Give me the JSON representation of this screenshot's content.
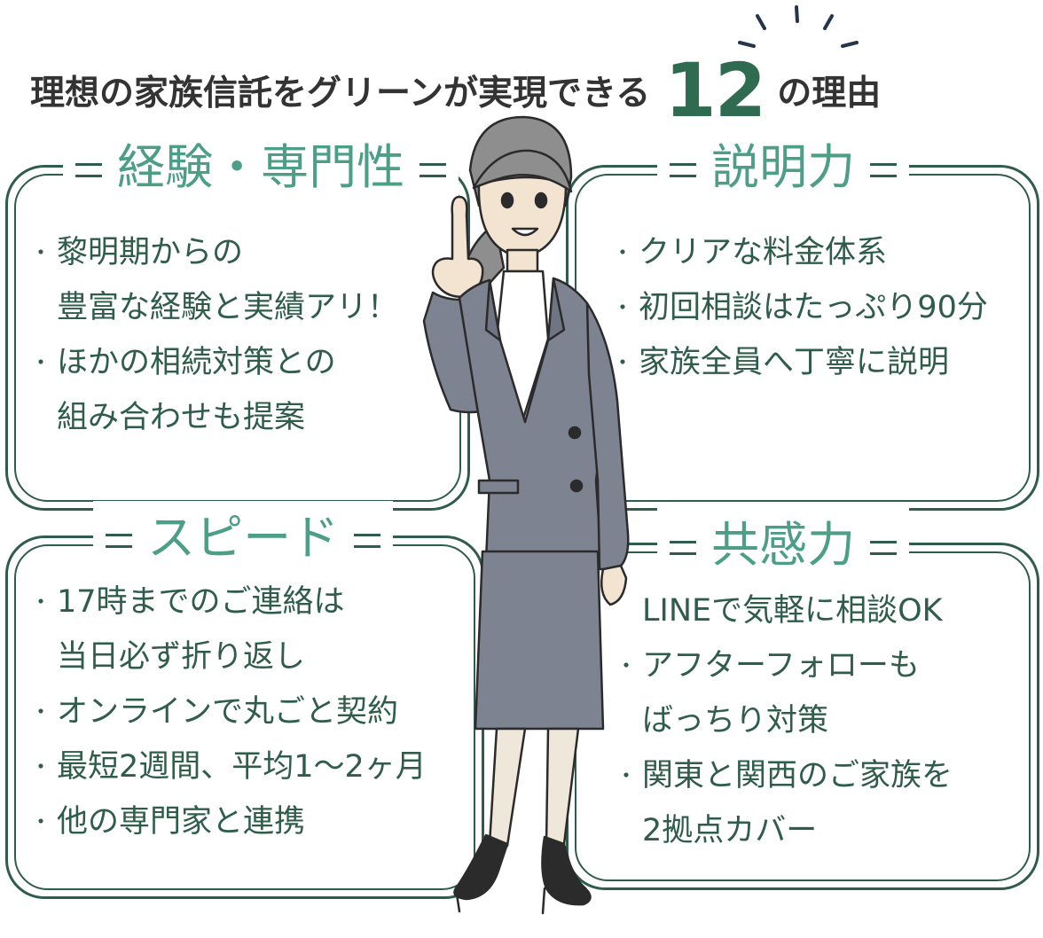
{
  "headline": {
    "prefix": "理想の家族信託をグリーンが実現できる",
    "number": "12",
    "suffix": "の理由"
  },
  "sections": {
    "experience": {
      "title": "経験・専門性",
      "items": [
        {
          "bullet": "・",
          "line1": "黎明期からの",
          "line2": "豊富な経験と実績アリ！"
        },
        {
          "bullet": "・",
          "line1": "ほかの相続対策との",
          "line2": "組み合わせも提案"
        }
      ]
    },
    "explanation": {
      "title": "説明力",
      "items": [
        {
          "bullet": "・",
          "line1": "クリアな料金体系"
        },
        {
          "bullet": "・",
          "line1": "初回相談はたっぷり90分"
        },
        {
          "bullet": "・",
          "line1": "家族全員へ丁寧に説明"
        }
      ]
    },
    "speed": {
      "title": "スピード",
      "items": [
        {
          "bullet": "・",
          "line1": "17時までのご連絡は",
          "line2": "当日必ず折り返し"
        },
        {
          "bullet": "・",
          "line1": "オンラインで丸ごと契約"
        },
        {
          "bullet": "・",
          "line1": "最短2週間、平均1～2ヶ月"
        },
        {
          "bullet": "・",
          "line1": "他の専門家と連携"
        }
      ]
    },
    "empathy": {
      "title": "共感力",
      "items": [
        {
          "line1": "LINEで気軽に相談OK"
        },
        {
          "bullet": "・",
          "line1": "アフターフォローも",
          "line2": "ばっちり対策"
        },
        {
          "bullet": "・",
          "line1": "関東と関西のご家族を",
          "line2": "2拠点カバー"
        }
      ]
    }
  },
  "colors": {
    "title_green": "#4d9e87",
    "border_green": "#2f5c4b",
    "number_green": "#2e6b50",
    "suit_gray": "#7d8391"
  },
  "illustration": {
    "icon": "businesswoman-pointing-icon"
  }
}
